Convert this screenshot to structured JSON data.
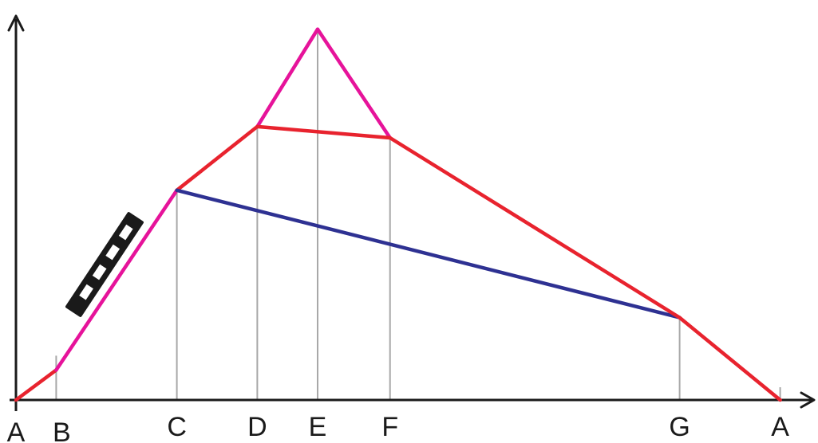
{
  "points": [
    {
      "label": "A",
      "t": 0,
      "h": 0
    },
    {
      "label": "B",
      "t": 1,
      "h": 0.4
    },
    {
      "label": "C",
      "t": 4,
      "h": 2.8
    },
    {
      "label": "D",
      "t": 6,
      "h": 3.65
    },
    {
      "label": "E",
      "t": 7.5,
      "h": 4.95
    },
    {
      "label": "F",
      "t": 9.3,
      "h": 3.5
    },
    {
      "label": "G",
      "t": 16.5,
      "h": 1.1
    },
    {
      "label": "A",
      "t": 19,
      "h": 0
    }
  ],
  "segments": [
    {
      "name": "segment-a-b",
      "from": 0,
      "to": 1,
      "color": "#e8232e"
    },
    {
      "name": "segment-b-c",
      "from": 1,
      "to": 2,
      "color": "#e6139a"
    },
    {
      "name": "segment-c-d",
      "from": 2,
      "to": 3,
      "color": "#e8232e"
    },
    {
      "name": "segment-d-e",
      "from": 3,
      "to": 4,
      "color": "#e6139a"
    },
    {
      "name": "segment-e-f",
      "from": 4,
      "to": 5,
      "color": "#e6139a"
    },
    {
      "name": "segment-d-f",
      "from": 3,
      "to": 5,
      "color": "#e8232e"
    },
    {
      "name": "segment-c-g",
      "from": 2,
      "to": 6,
      "color": "#2e3192"
    },
    {
      "name": "segment-f-g",
      "from": 5,
      "to": 6,
      "color": "#e8232e"
    },
    {
      "name": "segment-g-a",
      "from": 6,
      "to": 7,
      "color": "#e8232e"
    }
  ],
  "colors": {
    "axis": "#1a1a1a",
    "guide": "#a8a8a8",
    "red": "#e8232e",
    "magenta": "#e6139a",
    "blue": "#2e3192"
  },
  "icon": "ladder-icon"
}
